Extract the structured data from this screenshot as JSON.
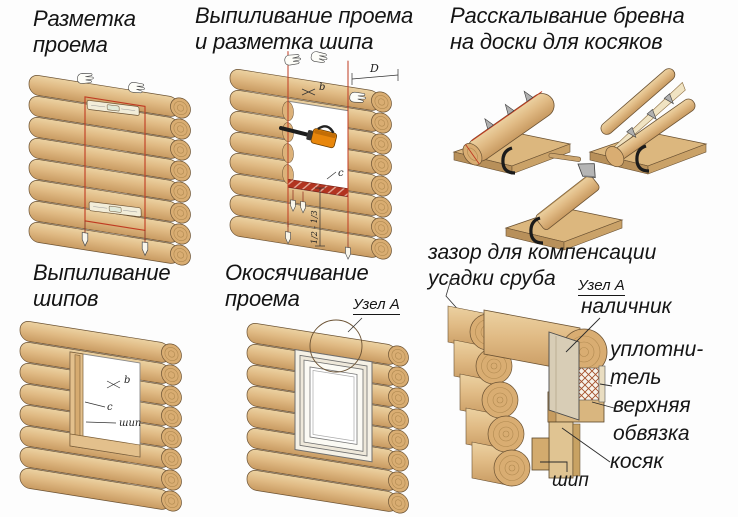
{
  "colors": {
    "wood_light": "#ecd2a2",
    "wood_mid": "#e0ba84",
    "wood_dark": "#c89a61",
    "outline": "#6b5233",
    "marking_red": "#c03a21",
    "chainsaw_orange": "#e8860b",
    "text": "#141414",
    "background": "#fdfdfd"
  },
  "icons": {
    "hand": "white-glove-shape",
    "level": "spirit-level-bar",
    "plumb_bob": "string-and-weight",
    "chainsaw": "orange-body-black-blade",
    "wedge": "gray-triangle",
    "axe": "gray-blade-wood-handle",
    "clamp": "black-staple-hook"
  },
  "panels": [
    {
      "id": "marking",
      "title_line1": "Разметка",
      "title_line2": "проема"
    },
    {
      "id": "cutting",
      "title_line1": "Выпиливание проема",
      "title_line2": "и разметка шипа",
      "dims": {
        "d": "D",
        "b": "b",
        "c": "c",
        "vertical": "1/2 - 1/3"
      }
    },
    {
      "id": "splitting",
      "title_line1": "Расскалывание бревна",
      "title_line2": "на доски для косяков"
    },
    {
      "id": "tenons",
      "title_line1": "Выпиливание",
      "title_line2": "шипов",
      "labels": {
        "b": "b",
        "c": "c",
        "tenon": "шип"
      }
    },
    {
      "id": "framing",
      "title_line1": "Окосячивание",
      "title_line2": "проема",
      "node": "Узел А"
    },
    {
      "id": "detail",
      "caption_line1": "зазор для компенсации",
      "caption_line2": "усадки сруба",
      "node": "Узел А",
      "labels": {
        "casing": "наличник",
        "seal_line1": "уплотни-",
        "seal_line2": "тель",
        "top_frame_line1": "верхняя",
        "top_frame_line2": "обвязка",
        "jamb": "косяк",
        "tenon": "шип"
      }
    }
  ]
}
